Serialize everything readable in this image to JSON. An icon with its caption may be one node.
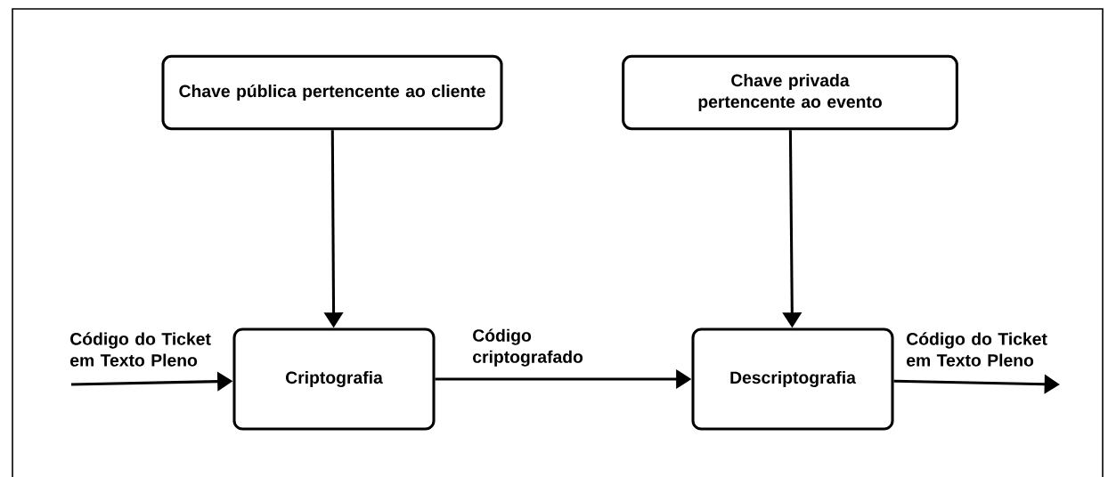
{
  "diagram": {
    "nodes": [
      {
        "text": [
          "Chave pública pertencente ao cliente"
        ]
      },
      {
        "text": [
          "Chave privada pertencente ao evento"
        ]
      },
      {
        "text": [
          "Criptografia"
        ]
      },
      {
        "text": [
          "Descriptografia"
        ]
      }
    ],
    "edges": [
      {
        "from": 0,
        "to": 2,
        "arrow": "to"
      },
      {
        "from": 1,
        "to": 3,
        "arrow": "to"
      },
      {
        "from": null,
        "to": 2,
        "arrow": "to",
        "label": "Código do Ticket em Texto Pleno"
      },
      {
        "from": 2,
        "to": 3,
        "arrow": "to",
        "label": "Código criptografado"
      },
      {
        "from": 3,
        "to": null,
        "arrow": "to",
        "label": "Código do Ticket em Texto Pleno"
      }
    ]
  }
}
